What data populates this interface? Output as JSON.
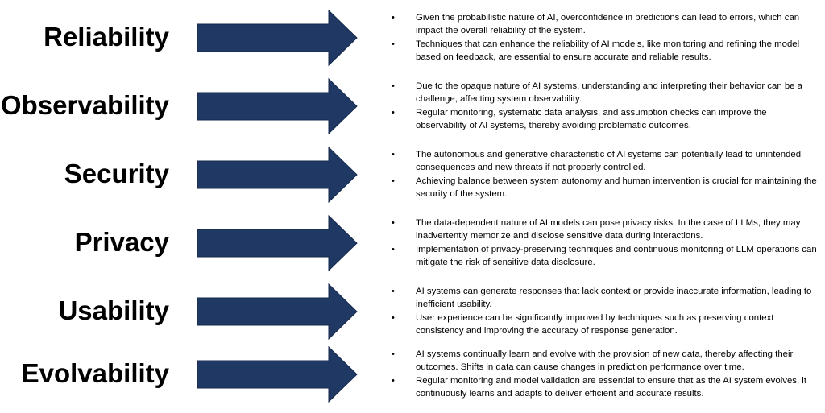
{
  "colors": {
    "arrow": "#1F3864",
    "text": "#000000",
    "background": "#FFFFFF"
  },
  "rows": [
    {
      "title": "Reliability",
      "bullets": [
        "Given the probabilistic nature of AI, overconfidence in predictions can lead to errors, which can impact the overall reliability of the system.",
        "Techniques that can enhance the reliability of AI models, like monitoring and refining the model based on feedback, are essential to ensure accurate and reliable results."
      ]
    },
    {
      "title": "Observability",
      "bullets": [
        "Due to the opaque nature of AI systems, understanding and interpreting their behavior can be a challenge, affecting system observability.",
        "Regular monitoring, systematic data analysis, and assumption checks can improve the observability of AI systems, thereby avoiding problematic outcomes."
      ]
    },
    {
      "title": "Security",
      "bullets": [
        "The autonomous and generative characteristic of AI systems can potentially lead to unintended consequences and new threats if not properly controlled.",
        "Achieving balance between system autonomy and human intervention is crucial for maintaining the security of the system."
      ]
    },
    {
      "title": "Privacy",
      "bullets": [
        "The data-dependent nature of AI models can pose privacy risks. In the case of LLMs, they may inadvertently memorize and disclose sensitive data during interactions.",
        "Implementation of privacy-preserving techniques and continuous monitoring of LLM operations can mitigate the risk of sensitive data disclosure."
      ]
    },
    {
      "title": "Usability",
      "bullets": [
        "AI systems can generate responses that lack context or provide inaccurate information, leading to inefficient usability.",
        "User experience can be significantly improved by techniques such as preserving context consistency and improving the accuracy of response generation."
      ]
    },
    {
      "title": "Evolvability",
      "bullets": [
        "AI systems continually learn and evolve with the provision of new data, thereby affecting their outcomes. Shifts in data can cause changes in prediction performance over time.",
        "Regular monitoring and model validation are essential to ensure that as the AI system evolves, it continuously learns and adapts to deliver efficient and accurate results."
      ]
    }
  ]
}
